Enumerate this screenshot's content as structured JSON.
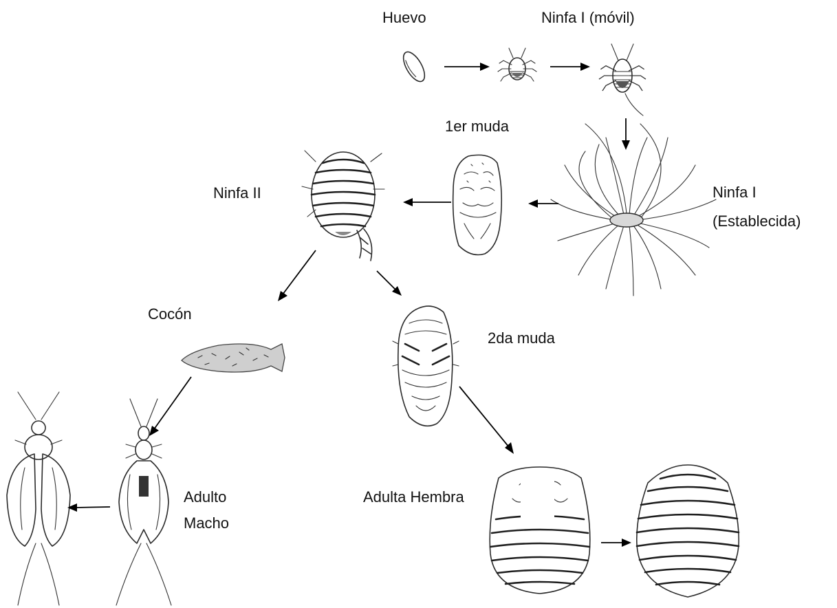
{
  "labels": {
    "huevo": "Huevo",
    "ninfa_movil": "Ninfa I (móvil)",
    "primer_muda": "1er muda",
    "ninfa_establecida_1": "Ninfa I",
    "ninfa_establecida_2": "(Establecida)",
    "ninfa_ii": "Ninfa II",
    "cocon": "Cocón",
    "segunda_muda": "2da muda",
    "adulto_macho_1": "Adulto",
    "adulto_macho_2": "Macho",
    "adulta_hembra": "Adulta Hembra"
  },
  "colors": {
    "ink": "#2a2a2a",
    "arrow": "#000000",
    "text": "#111111",
    "background": "#ffffff"
  }
}
